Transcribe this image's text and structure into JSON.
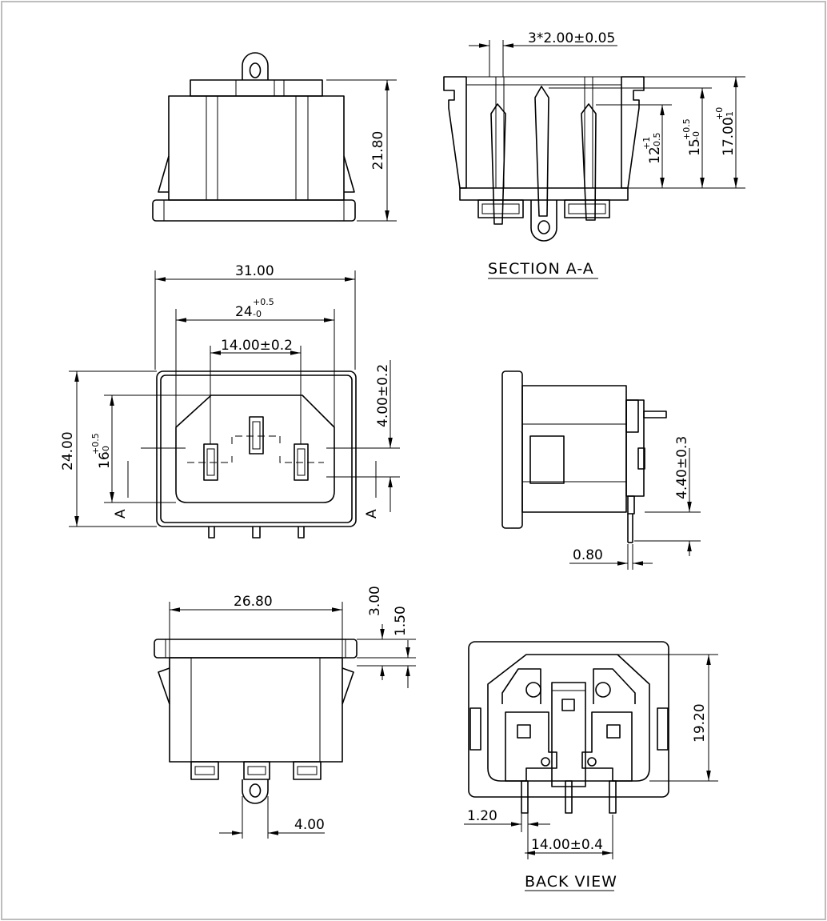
{
  "colors": {
    "line": "#000000",
    "frame": "#bdbdbd",
    "hatch": "#555555",
    "background": "#ffffff"
  },
  "labels": {
    "section_title": "SECTION A-A",
    "back_view_title": "BACK VIEW",
    "cut_marker": "A"
  },
  "dimensions": {
    "pin_spacing_section": "3*2.00±0.05",
    "top_height": "21.80",
    "depth_12": "12",
    "depth_12_tol_upper": "+1",
    "depth_12_tol_lower": "-0.5",
    "depth_15": "15",
    "depth_15_tol_upper": "+0.5",
    "depth_15_tol_lower": "-0",
    "depth_17": "17.00",
    "depth_17_tol_upper": "+0",
    "depth_17_tol_lower": "-1",
    "front_width": "31.00",
    "opening_width": "24",
    "opening_width_tol_upper": "+0.5",
    "opening_width_tol_lower": "-0",
    "pin_span": "14.00±0.2",
    "front_height": "24.00",
    "opening_height": "16",
    "opening_height_tol_upper": "+0.5",
    "opening_height_tol_lower": "-0",
    "earth_offset": "4.00±0.2",
    "side_pin_offset": "4.40±0.3",
    "terminal_thickness": "0.80",
    "body_width": "26.80",
    "flange_3": "3.00",
    "flange_1_5": "1.50",
    "back_height": "19.20",
    "pin_width": "1.20",
    "back_pin_span": "14.00±0.4",
    "tab_offset": "4.00"
  }
}
